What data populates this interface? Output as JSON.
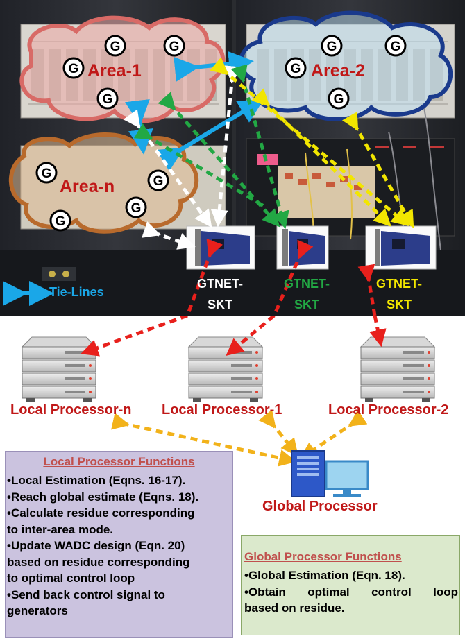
{
  "areas": [
    {
      "id": "area-1",
      "label": "Area-1"
    },
    {
      "id": "area-2",
      "label": "Area-2"
    },
    {
      "id": "area-n",
      "label": "Area-n"
    }
  ],
  "generator_symbol": "G",
  "gtnet": [
    {
      "id": "white",
      "line1": "GTNET-",
      "line2": "SKT",
      "color": "#ffffff"
    },
    {
      "id": "green",
      "line1": "GTNET-",
      "line2": "SKT",
      "color": "#22a844"
    },
    {
      "id": "yellow",
      "line1": "GTNET-",
      "line2": "SKT",
      "color": "#f2e600"
    }
  ],
  "tie_lines_label": "Tie-Lines",
  "processors": {
    "local_n": "Local Processor-n",
    "local_1": "Local Processor-1",
    "local_2": "Local Processor-2",
    "global": "Global Processor"
  },
  "local_functions": {
    "title": "Local Processor Functions",
    "lines": [
      "•Local Estimation (Eqns. 16-17).",
      "•Reach global estimate (Eqns. 18).",
      "•Calculate residue corresponding",
      "to inter-area mode.",
      "•Update WADC design (Eqn. 20)",
      "based on residue corresponding",
      "to optimal control loop",
      "•Send back control signal to",
      "generators"
    ]
  },
  "global_functions": {
    "title": "Global Processor Functions",
    "lines": [
      "•Global Estimation (Eqn. 18).",
      "•Obtain optimal control loop",
      "based on residue."
    ]
  },
  "colors": {
    "area_red": "#c01818",
    "area2_blue": "#1a3a8c",
    "arrow_red": "#e8201c",
    "arrow_orange": "#f2b21a",
    "arrow_blue": "#1aa7e8",
    "local_box": "#cbc3df",
    "global_box": "#dbe9cc"
  }
}
